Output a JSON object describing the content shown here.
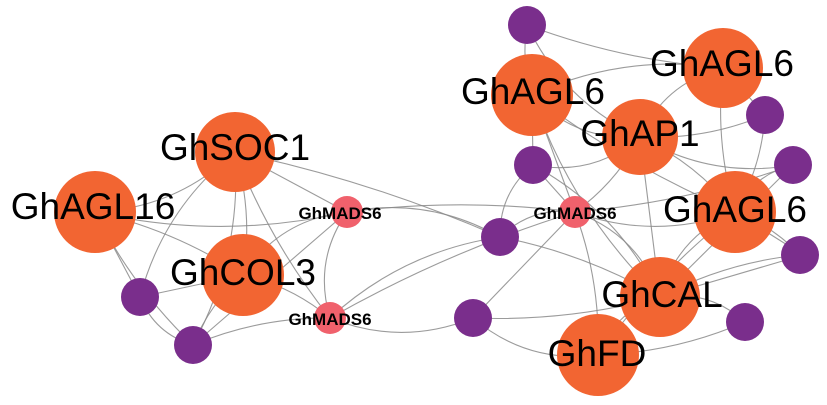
{
  "colors": {
    "hub": "#f26532",
    "mads": "#f0616c",
    "neighbor": "#7a2e8c",
    "edge": "#8a8a8a",
    "background": "#ffffff"
  },
  "nodes": [
    {
      "id": "soc1",
      "kind": "hub",
      "label": "GhSOC1"
    },
    {
      "id": "agl16",
      "kind": "hub",
      "label": "GhAGL16"
    },
    {
      "id": "col3",
      "kind": "hub",
      "label": "GhCOL3"
    },
    {
      "id": "mads_left_top",
      "kind": "mads",
      "label": "GhMADS6"
    },
    {
      "id": "mads_left_bottom",
      "kind": "mads",
      "label": "GhMADS6"
    },
    {
      "id": "agl6_a",
      "kind": "hub",
      "label": "GhAGL6"
    },
    {
      "id": "agl6_b",
      "kind": "hub",
      "label": "GhAGL6"
    },
    {
      "id": "ap1",
      "kind": "hub",
      "label": "GhAP1"
    },
    {
      "id": "agl6_c",
      "kind": "hub",
      "label": "GhAGL6"
    },
    {
      "id": "cal",
      "kind": "hub",
      "label": "GhCAL"
    },
    {
      "id": "fd",
      "kind": "hub",
      "label": "GhFD"
    },
    {
      "id": "mads_right",
      "kind": "mads",
      "label": "GhMADS6"
    },
    {
      "id": "p_left1",
      "kind": "neighbor",
      "label": ""
    },
    {
      "id": "p_left2",
      "kind": "neighbor",
      "label": ""
    },
    {
      "id": "p_mid1",
      "kind": "neighbor",
      "label": ""
    },
    {
      "id": "p_mid2",
      "kind": "neighbor",
      "label": ""
    },
    {
      "id": "p_top",
      "kind": "neighbor",
      "label": ""
    },
    {
      "id": "p_r1",
      "kind": "neighbor",
      "label": ""
    },
    {
      "id": "p_r2",
      "kind": "neighbor",
      "label": ""
    },
    {
      "id": "p_r3",
      "kind": "neighbor",
      "label": ""
    },
    {
      "id": "p_r4",
      "kind": "neighbor",
      "label": ""
    },
    {
      "id": "p_r5",
      "kind": "neighbor",
      "label": ""
    },
    {
      "id": "p_r6",
      "kind": "neighbor",
      "label": ""
    }
  ],
  "edges": [
    [
      "soc1",
      "agl16"
    ],
    [
      "soc1",
      "col3"
    ],
    [
      "soc1",
      "mads_left_top"
    ],
    [
      "soc1",
      "mads_left_bottom"
    ],
    [
      "soc1",
      "p_left1"
    ],
    [
      "soc1",
      "p_left2"
    ],
    [
      "agl16",
      "col3"
    ],
    [
      "agl16",
      "p_left1"
    ],
    [
      "agl16",
      "p_left2"
    ],
    [
      "agl16",
      "mads_left_top"
    ],
    [
      "col3",
      "mads_left_top"
    ],
    [
      "col3",
      "mads_left_bottom"
    ],
    [
      "col3",
      "p_left1"
    ],
    [
      "col3",
      "p_left2"
    ],
    [
      "mads_left_top",
      "mads_left_bottom"
    ],
    [
      "mads_left_top",
      "p_mid2"
    ],
    [
      "mads_left_top",
      "mads_right"
    ],
    [
      "mads_left_top",
      "p_left2"
    ],
    [
      "mads_left_bottom",
      "p_left2"
    ],
    [
      "mads_left_bottom",
      "p_mid1"
    ],
    [
      "mads_left_bottom",
      "p_mid2"
    ],
    [
      "mads_left_bottom",
      "mads_right"
    ],
    [
      "p_mid1",
      "mads_right"
    ],
    [
      "p_mid1",
      "cal"
    ],
    [
      "p_mid1",
      "fd"
    ],
    [
      "p_mid2",
      "mads_right"
    ],
    [
      "p_mid2",
      "cal"
    ],
    [
      "mads_right",
      "agl6_a"
    ],
    [
      "mads_right",
      "ap1"
    ],
    [
      "mads_right",
      "agl6_c"
    ],
    [
      "mads_right",
      "cal"
    ],
    [
      "mads_right",
      "fd"
    ],
    [
      "mads_right",
      "p_r1"
    ],
    [
      "mads_right",
      "p_r3"
    ],
    [
      "agl6_a",
      "ap1"
    ],
    [
      "agl6_a",
      "agl6_b"
    ],
    [
      "agl6_a",
      "p_top"
    ],
    [
      "agl6_a",
      "p_r1"
    ],
    [
      "agl6_a",
      "agl6_c"
    ],
    [
      "agl6_a",
      "cal"
    ],
    [
      "ap1",
      "agl6_b"
    ],
    [
      "ap1",
      "agl6_c"
    ],
    [
      "ap1",
      "cal"
    ],
    [
      "ap1",
      "p_r2"
    ],
    [
      "ap1",
      "p_r3"
    ],
    [
      "ap1",
      "p_r1"
    ],
    [
      "agl6_b",
      "p_top"
    ],
    [
      "agl6_b",
      "p_r2"
    ],
    [
      "agl6_b",
      "agl6_c"
    ],
    [
      "agl6_c",
      "cal"
    ],
    [
      "agl6_c",
      "p_r3"
    ],
    [
      "agl6_c",
      "p_r4"
    ],
    [
      "agl6_c",
      "p_r5"
    ],
    [
      "agl6_c",
      "fd"
    ],
    [
      "cal",
      "fd"
    ],
    [
      "cal",
      "p_r6"
    ],
    [
      "cal",
      "p_r4"
    ],
    [
      "cal",
      "p_r5"
    ],
    [
      "fd",
      "p_r6"
    ],
    [
      "p_top",
      "ap1"
    ],
    [
      "p_r1",
      "cal"
    ],
    [
      "p_r2",
      "agl6_c"
    ],
    [
      "p_r3",
      "cal"
    ],
    [
      "p_r5",
      "p_r4"
    ],
    [
      "p_left1",
      "p_left2"
    ],
    [
      "p_mid2",
      "p_r1"
    ],
    [
      "soc1",
      "p_mid2"
    ]
  ]
}
